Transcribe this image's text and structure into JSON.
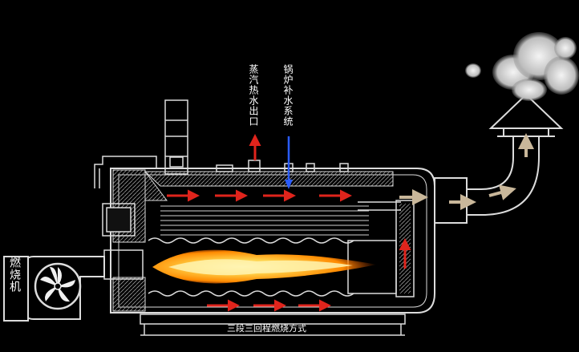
{
  "labels": {
    "steam_outlet": "蒸汽热水出口",
    "feedwater_system": "锅炉补水系统",
    "burner": "燃烧机",
    "combustion_mode": "三段三回程燃烧方式"
  },
  "colors": {
    "background": "#000000",
    "outline": "#dcdcdc",
    "flow_arrow": "#e0241c",
    "feed_arrow": "#2a5cff",
    "flame_core": "#fff2a8",
    "flame_outer": "#ff8a00",
    "exhaust_arrow": "#c9b79a",
    "smoke": "#e8e8e8"
  },
  "icons": [
    "fan-icon",
    "flame-icon",
    "smoke-icon",
    "flow-arrow-icon"
  ]
}
